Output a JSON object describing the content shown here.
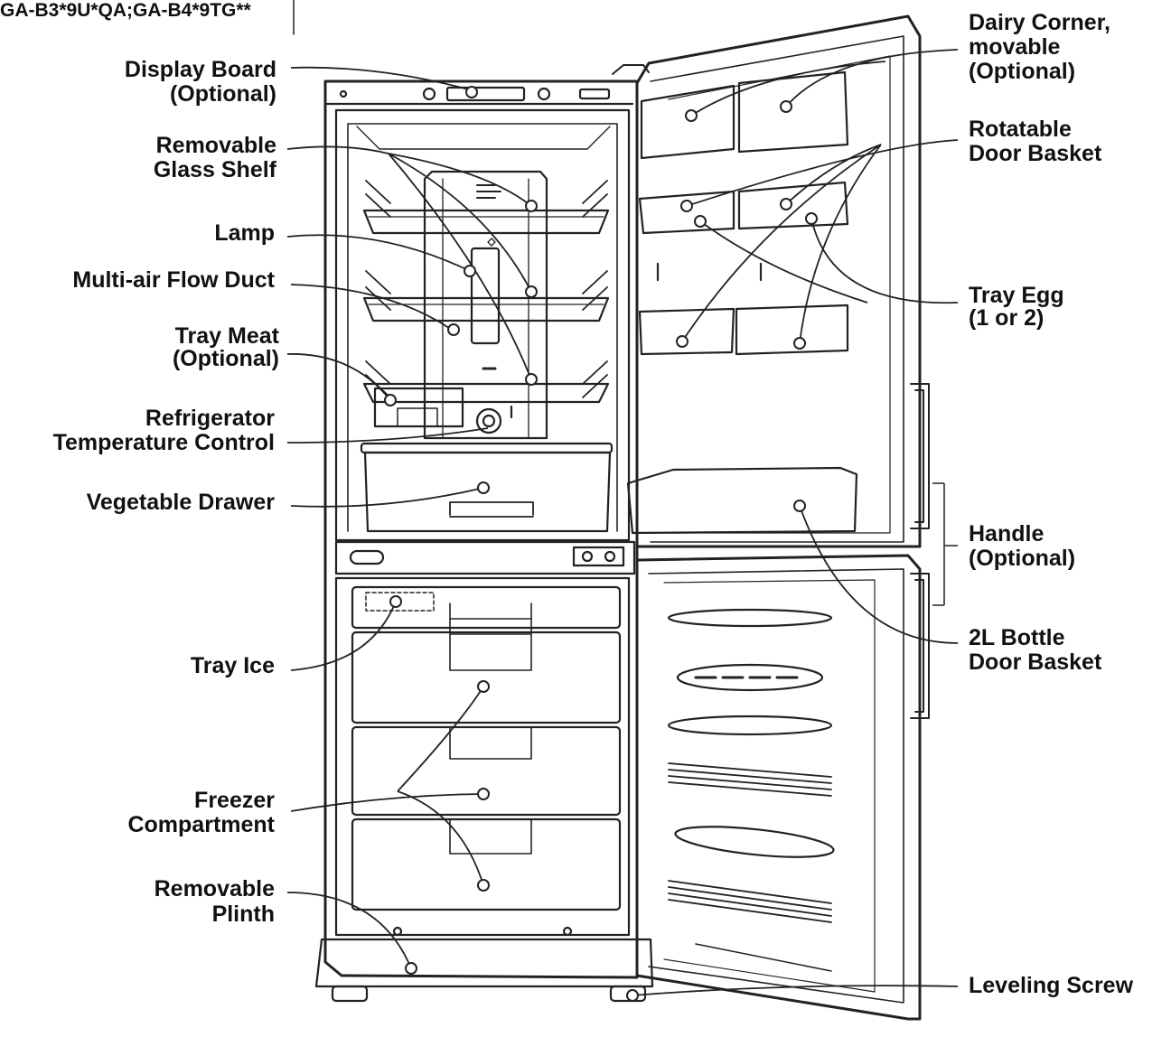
{
  "model_text": "GA-B3*9U*QA;GA-B4*9TG**",
  "labels": {
    "display_board": [
      "Display Board",
      "(Optional)"
    ],
    "removable_glass_shelf": [
      "Removable",
      "Glass Shelf"
    ],
    "lamp": [
      "Lamp"
    ],
    "multi_air_flow_duct": [
      "Multi-air Flow Duct"
    ],
    "tray_meat": [
      "Tray Meat",
      "(Optional)"
    ],
    "refrigerator_temperature_control": [
      "Refrigerator",
      "Temperature Control"
    ],
    "vegetable_drawer": [
      "Vegetable Drawer"
    ],
    "tray_ice": [
      "Tray Ice"
    ],
    "freezer_compartment": [
      "Freezer",
      "Compartment"
    ],
    "removable_plinth": [
      "Removable",
      "Plinth"
    ],
    "dairy_corner": [
      "Dairy Corner,",
      "movable",
      "(Optional)"
    ],
    "rotatable_door_basket": [
      "Rotatable",
      "Door Basket"
    ],
    "tray_egg": [
      "Tray Egg",
      "(1 or 2)"
    ],
    "handle": [
      "Handle",
      "(Optional)"
    ],
    "bottle_door_basket": [
      "2L Bottle",
      "Door Basket"
    ],
    "leveling_screw": [
      "Leveling Screw"
    ]
  },
  "colors": {
    "ink": "#111111",
    "line": "#222222",
    "background": "#ffffff"
  }
}
